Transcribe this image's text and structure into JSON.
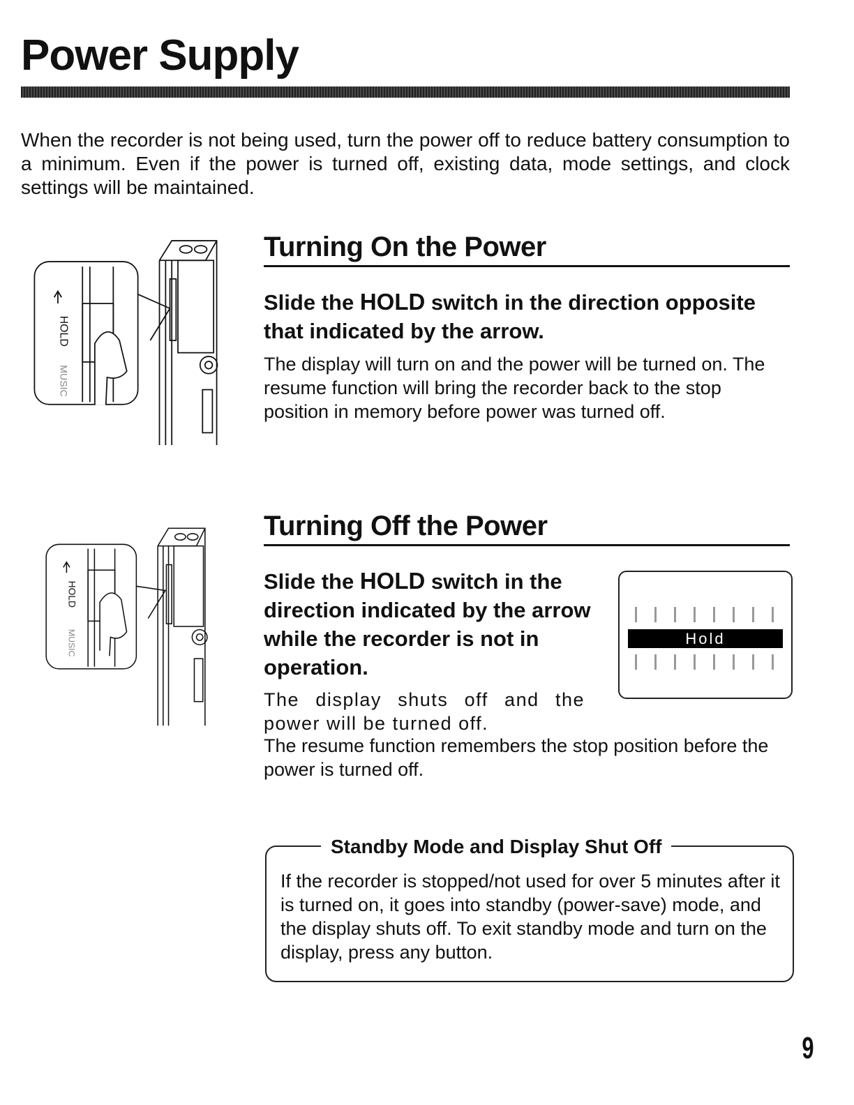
{
  "title": "Power Supply",
  "intro": "When the recorder is not being used, turn the power off to reduce battery consumption to a minimum. Even if the power is turned off, existing data, mode settings, and clock settings will be maintained.",
  "sections": [
    {
      "heading": "Turning On the Power",
      "instruction_pre": "Slide the ",
      "instruction_bold": "HOLD",
      "instruction_post": " switch in the direction opposite that indicated by the arrow.",
      "description": "The display will turn on and the power will be turned on. The resume function will bring the recorder back to the stop position in memory before power was turned off."
    },
    {
      "heading": "Turning Off the Power",
      "instruction_pre": "Slide the ",
      "instruction_bold": "HOLD",
      "instruction_post": " switch in the direction indicated by the arrow while the recorder is not in operation.",
      "description_1": "The display shuts off and the power will be turned off.",
      "description_2": "The resume function remembers the stop position before the power is turned off.",
      "display_text": "Hold"
    }
  ],
  "illustration": {
    "hold_label": "HOLD",
    "music_label": "MUSIC"
  },
  "note": {
    "title": "Standby Mode and Display Shut Off",
    "text": "If the recorder is stopped/not used for over 5 minutes after it is turned on, it goes into standby (power-save) mode, and the display shuts off. To exit standby mode and turn on the display, press any button."
  },
  "page_number": "9"
}
